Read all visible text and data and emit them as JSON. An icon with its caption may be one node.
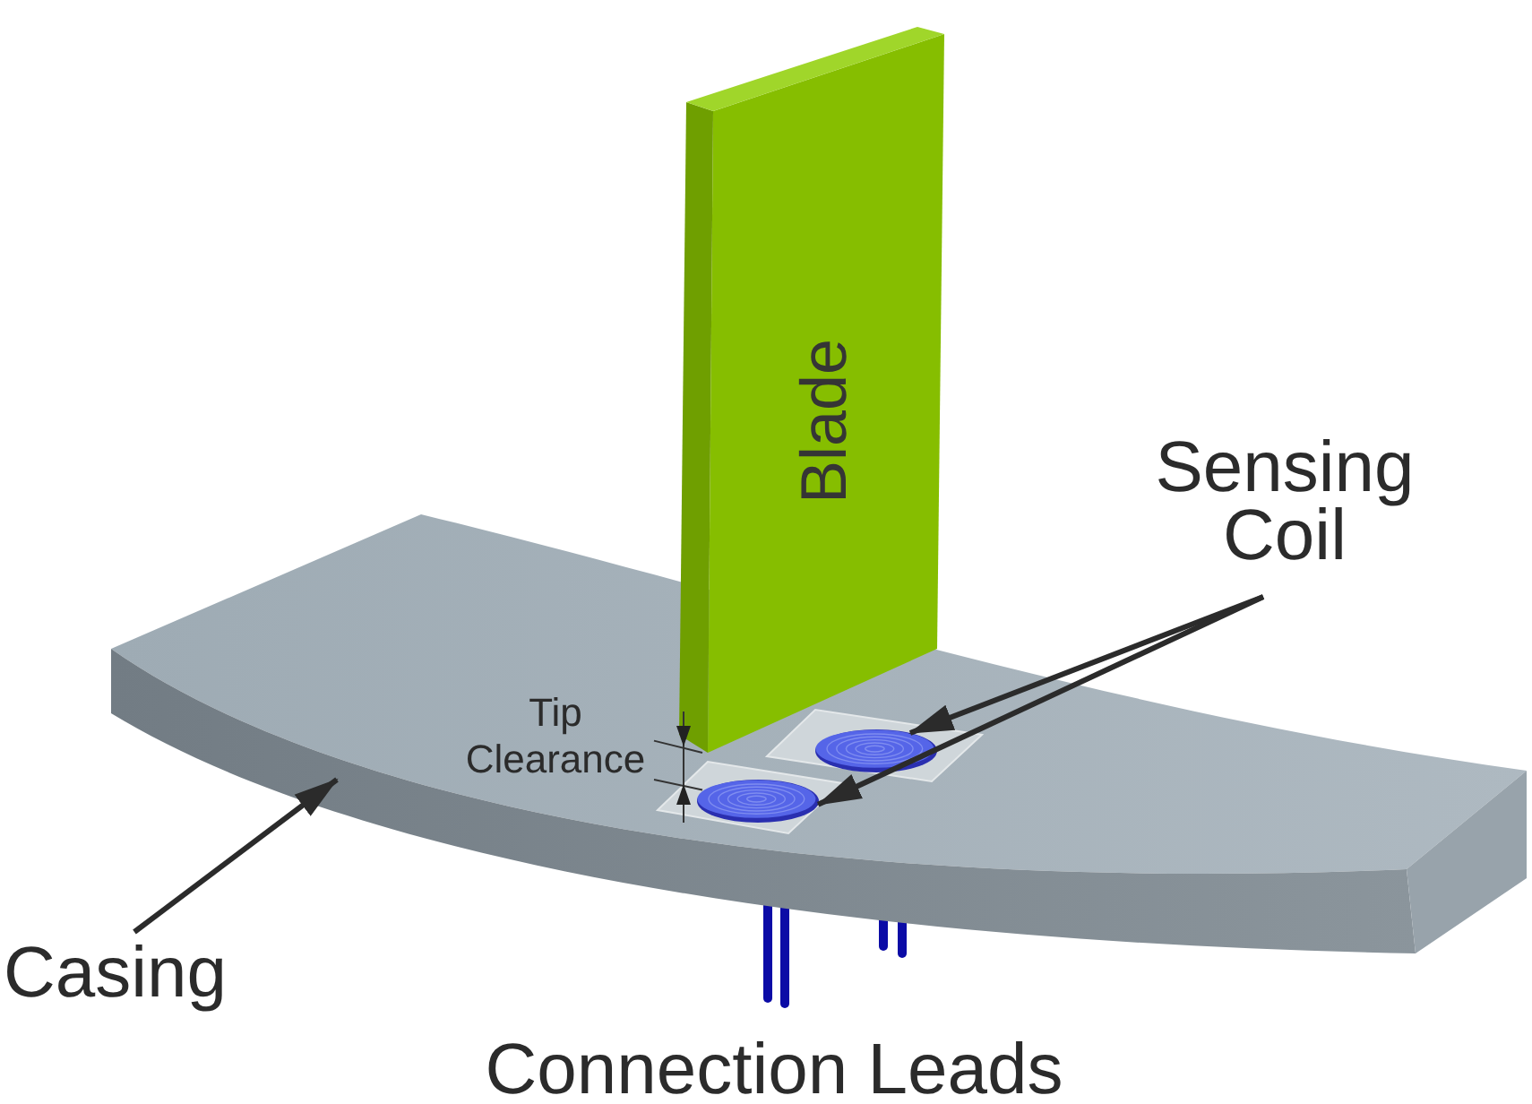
{
  "diagram": {
    "nodes": [
      {
        "text": [
          "Blade"
        ]
      },
      {
        "text": [
          "Sensing Coil"
        ]
      },
      {
        "text": [],
        "shape": "box"
      },
      {
        "text": [],
        "shape": "circle",
        "in": 2
      },
      {
        "text": [],
        "shape": "circle",
        "in": 2
      },
      {
        "text": [
          "Casing"
        ]
      }
    ],
    "edges": [
      {
        "from": 1,
        "to": 3,
        "arrow": "to"
      },
      {
        "from": 1,
        "to": 4,
        "arrow": "to"
      },
      {
        "from": 5,
        "to": 2,
        "arrow": "to"
      }
    ],
    "labels": [
      "Tip Clearance",
      "Connection Leads"
    ]
  }
}
